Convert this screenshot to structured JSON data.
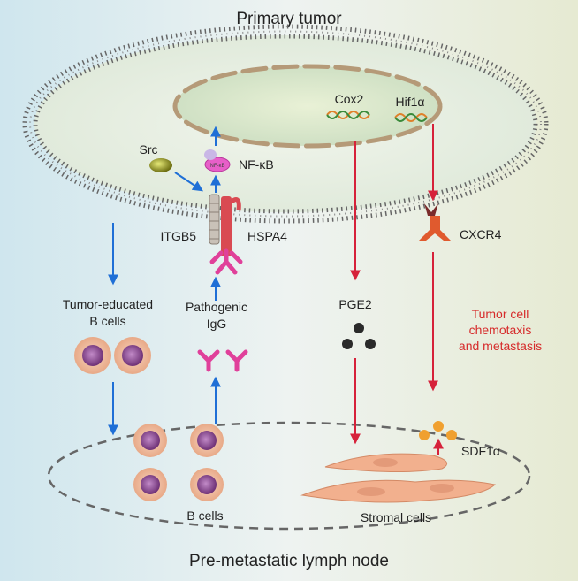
{
  "diagram": {
    "title_top": "Primary tumor",
    "title_bottom": "Pre-metastatic lymph node",
    "labels": {
      "cox2": "Cox2",
      "hif1a": "Hif1α",
      "src": "Src",
      "nfkb": "NF-κB",
      "nfkb_small": "NF-κB",
      "itgb5": "ITGB5",
      "hspa4": "HSPA4",
      "cxcr4": "CXCR4",
      "tumor_educated_line1": "Tumor-educated",
      "tumor_educated_line2": "B cells",
      "pathogenic_line1": "Pathogenic",
      "pathogenic_line2": "IgG",
      "pge2": "PGE2",
      "chemotaxis_line1": "Tumor cell",
      "chemotaxis_line2": "chemotaxis",
      "chemotaxis_line3": "and metastasis",
      "b_cells": "B cells",
      "stromal_cells": "Stromal cells",
      "sdf1a": "SDF1α"
    },
    "colors": {
      "blue_arrow": "#1f6fd6",
      "red_arrow": "#d6213a",
      "chemotaxis_text": "#d62a2a",
      "igg": "#e0409a",
      "cxcr4": "#e05a2e",
      "sdf1a": "#f0a030",
      "stromal": "#f2b08e",
      "b_cell_outer": "#f0c0a0",
      "b_cell_nucleus": "#8a4a8e",
      "membrane": "#444444",
      "nucleus_envelope": "#b59a78",
      "src": "#b6b82e"
    }
  }
}
